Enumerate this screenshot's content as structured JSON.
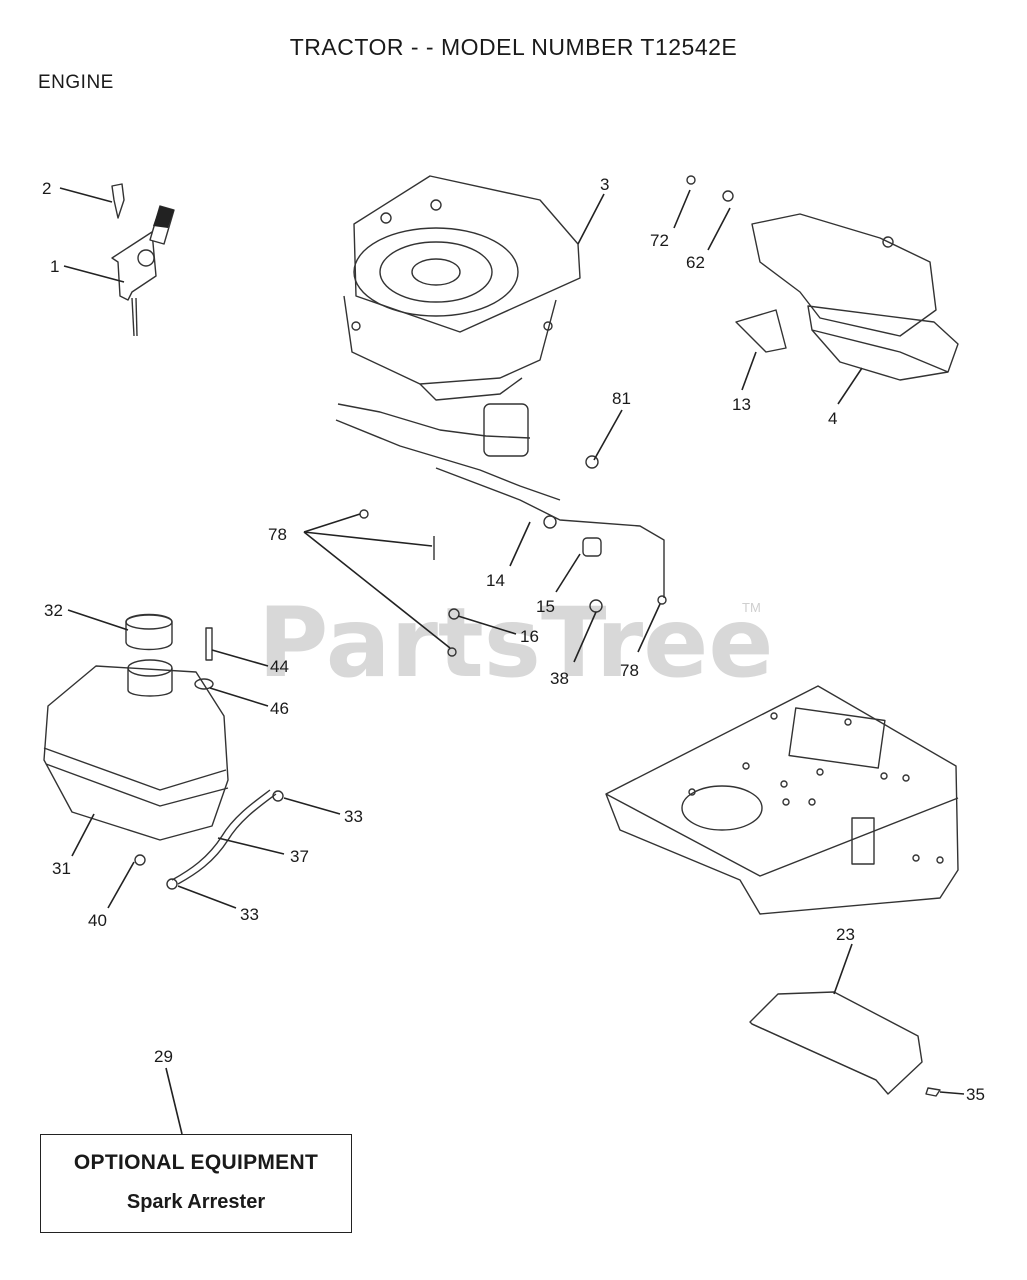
{
  "header": {
    "title": "TRACTOR - - MODEL NUMBER T12542E",
    "section": "ENGINE"
  },
  "watermark": {
    "text": "PartsTree",
    "tm": "TM"
  },
  "callouts": {
    "c1": "1",
    "c2": "2",
    "c3": "3",
    "c4": "4",
    "c13": "13",
    "c14": "14",
    "c15": "15",
    "c16": "16",
    "c23": "23",
    "c29": "29",
    "c31": "31",
    "c32": "32",
    "c33a": "33",
    "c33b": "33",
    "c35": "35",
    "c37": "37",
    "c38": "38",
    "c40": "40",
    "c44": "44",
    "c46": "46",
    "c62": "62",
    "c72": "72",
    "c78a": "78",
    "c78b": "78",
    "c81": "81"
  },
  "optional_box": {
    "heading": "OPTIONAL EQUIPMENT",
    "item": "Spark Arrester"
  }
}
